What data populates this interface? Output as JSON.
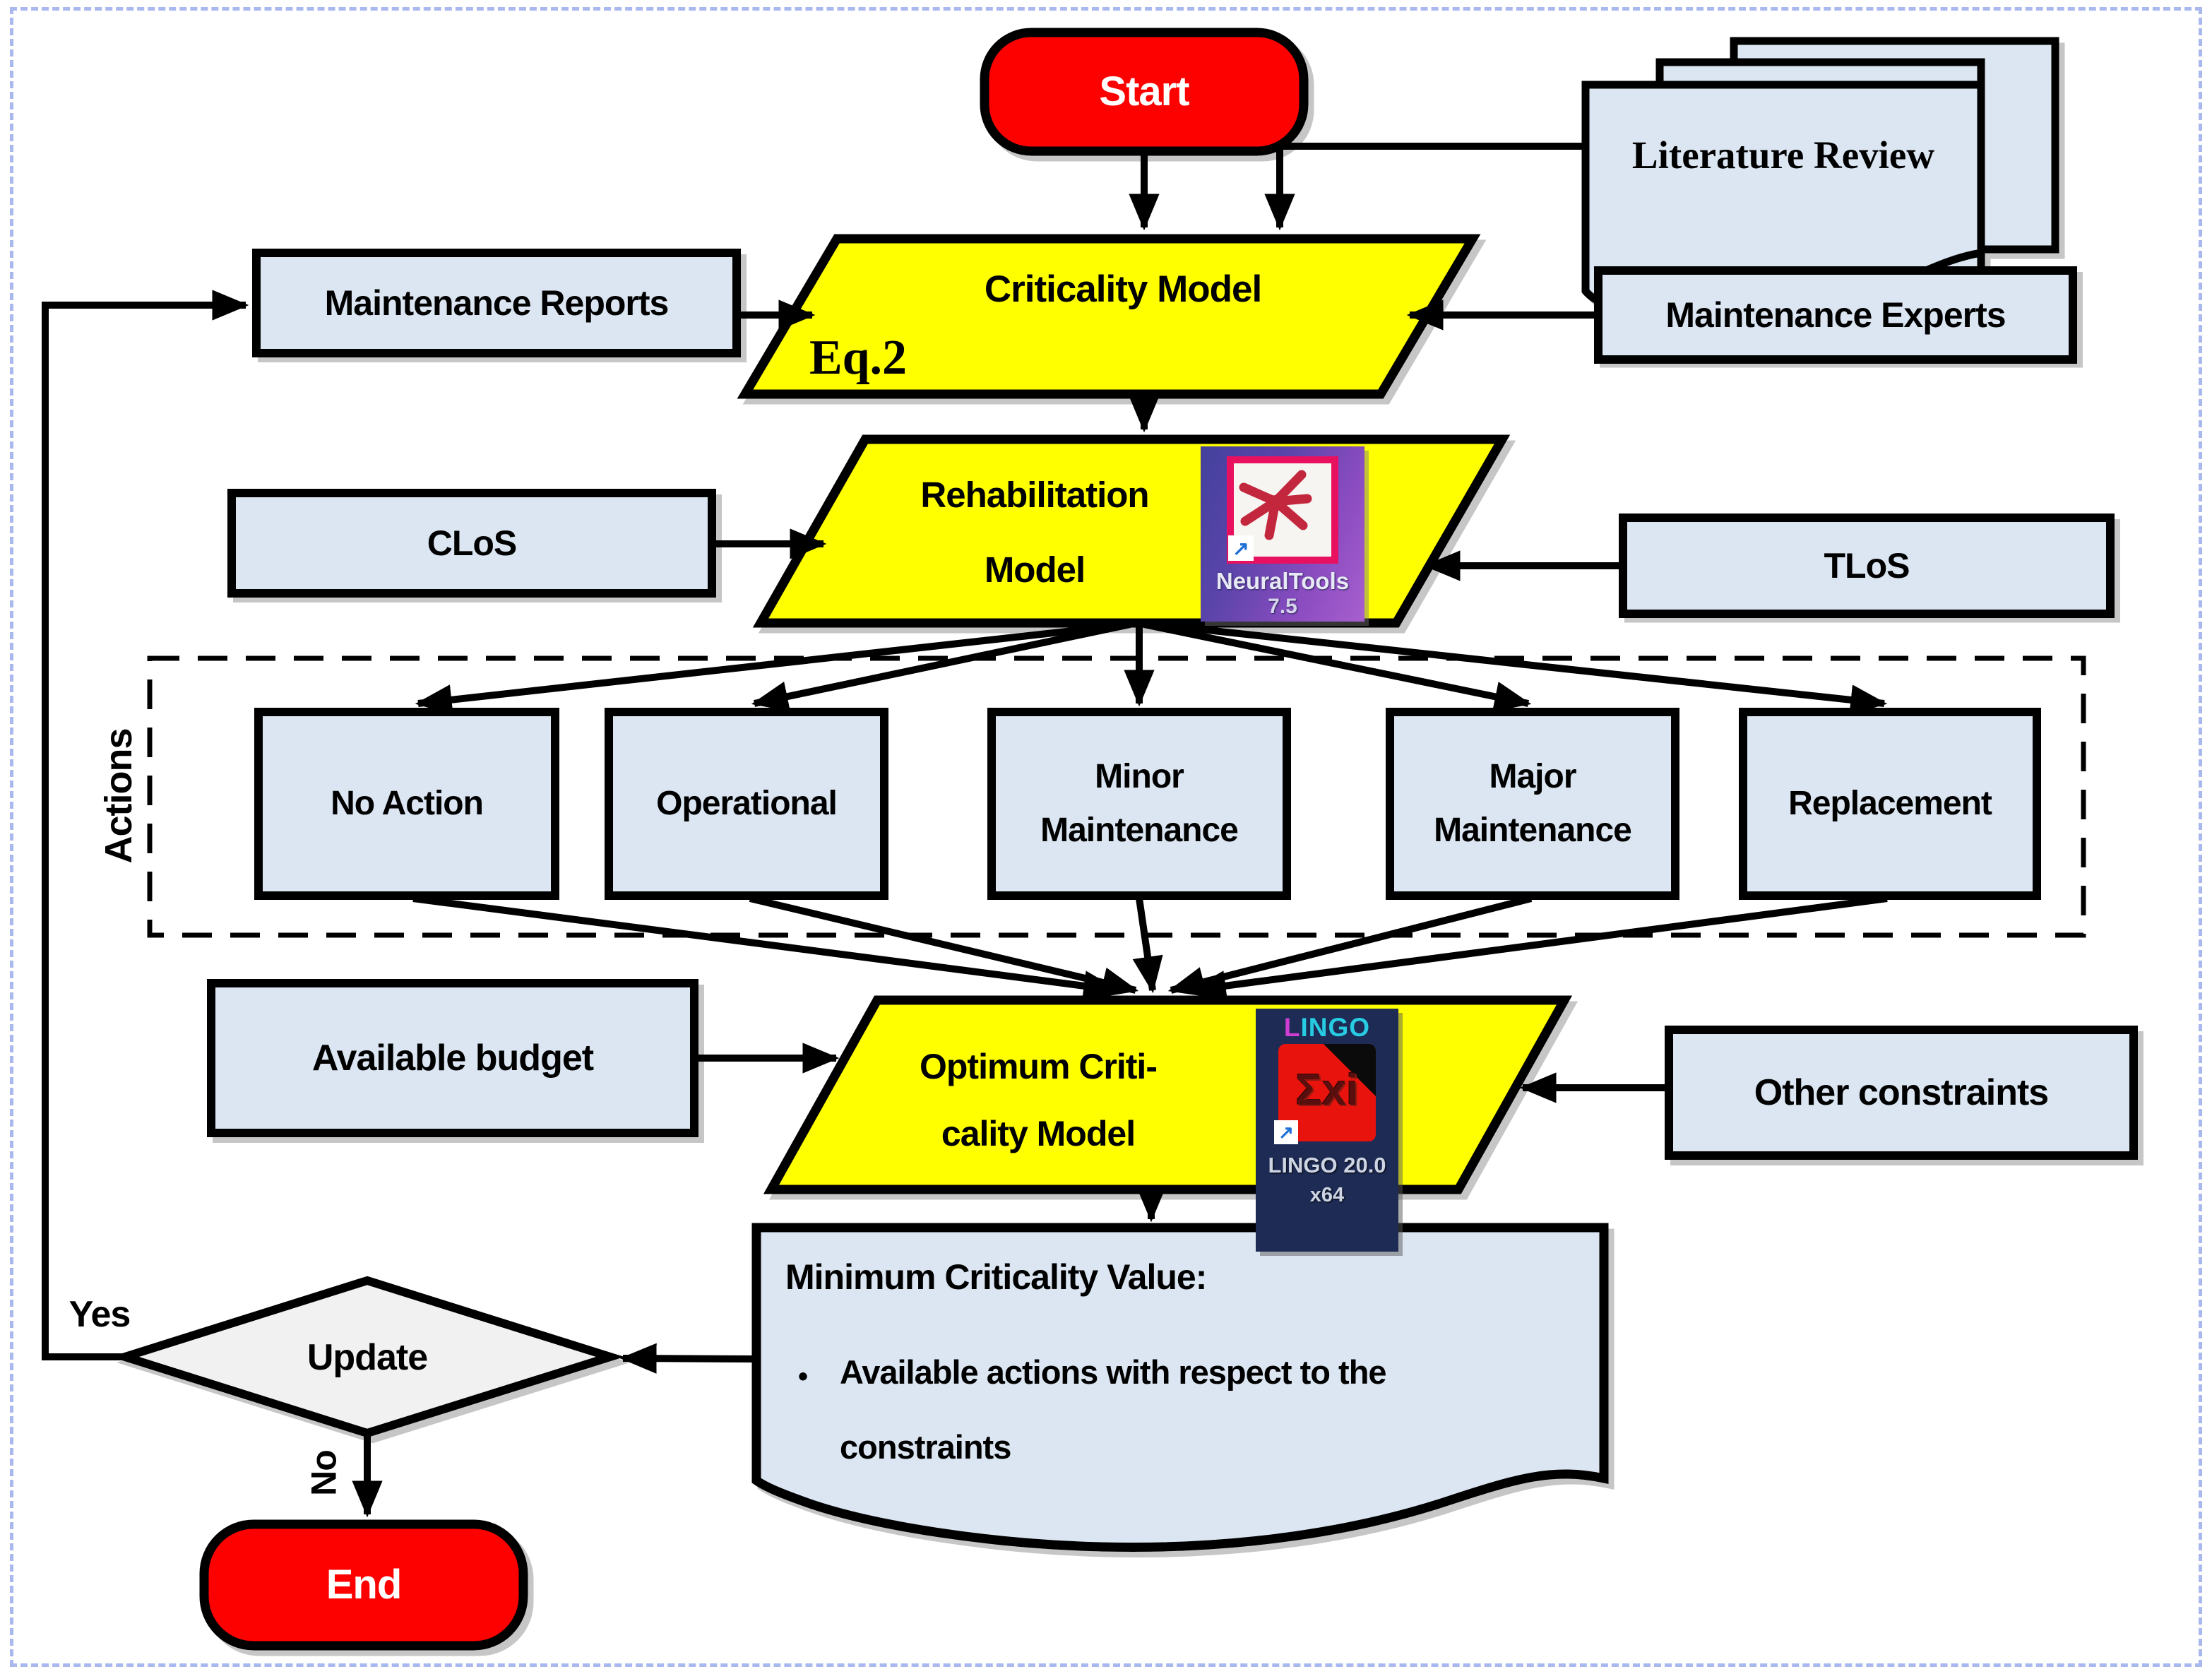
{
  "palette": {
    "node_blue": "#dbe6f2",
    "process_yellow": "#ffff00",
    "terminal_red": "#fd0303",
    "decision_gray": "#f1f1f1",
    "frame_dash_blue": "#a9b8ee",
    "line_black": "#000000"
  },
  "nodes": {
    "start": {
      "label": "Start"
    },
    "literature_review": {
      "label": "Literature Review"
    },
    "maintenance_reports": {
      "label": "Maintenance  Reports"
    },
    "criticality_model": {
      "label": "Criticality Model",
      "tag": "Eq.2"
    },
    "maintenance_experts": {
      "label": "Maintenance Experts"
    },
    "clos": {
      "label": "CLoS"
    },
    "rehabilitation_model": {
      "line1": "Rehabilitation",
      "line2": "Model"
    },
    "tlos": {
      "label": "TLoS"
    },
    "actions_group": {
      "label": "Actions"
    },
    "no_action": {
      "label": "No Action"
    },
    "operational": {
      "label": "Operational"
    },
    "minor_maintenance": {
      "line1": "Minor",
      "line2": "Maintenance"
    },
    "major_maintenance": {
      "line1": "Major",
      "line2": "Maintenance"
    },
    "replacement": {
      "label": "Replacement"
    },
    "available_budget": {
      "label": "Available budget"
    },
    "optimum_model": {
      "line1": "Optimum Criti-",
      "line2": "cality Model"
    },
    "other_constraints": {
      "label": "Other constraints"
    },
    "result_document": {
      "title": "Minimum Criticality Value:",
      "bullet_glyph": "•",
      "bullet": "Available actions with respect to the constraints"
    },
    "update_decision": {
      "label": "Update",
      "yes_label": "Yes",
      "no_label": "No"
    },
    "end": {
      "label": "End"
    }
  },
  "icons": {
    "neuraltools": {
      "name": "NeuralTools",
      "version": "7.5",
      "shortcut_glyph": "↗"
    },
    "lingo": {
      "name": "LINGO",
      "formula": "Σxi",
      "caption": "LINGO 20.0",
      "arch": "x64",
      "shortcut_glyph": "↗"
    }
  }
}
